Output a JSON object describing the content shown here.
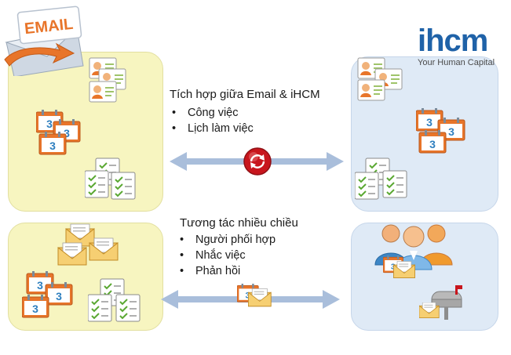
{
  "email_logo": {
    "text": "EMAIL"
  },
  "ihcm_logo": {
    "word": "ihcm",
    "tagline": "Your Human Capital"
  },
  "sync_section": {
    "title": "Tích hợp giữa Email & iHCM",
    "items": [
      "Công việc",
      "Lịch làm việc"
    ]
  },
  "interaction_section": {
    "title": "Tương tác nhiều chiều",
    "items": [
      "Người phối hợp",
      "Nhắc việc",
      "Phản hồi"
    ]
  },
  "calendar_number": "3",
  "colors": {
    "left_panel": "#f7f5c0",
    "right_panel": "#dfeaf6",
    "arrow": "#a9bedb",
    "sync_icon": "#c8161d",
    "brand": "#1f62a8",
    "email_arrow": "#e8752a"
  }
}
